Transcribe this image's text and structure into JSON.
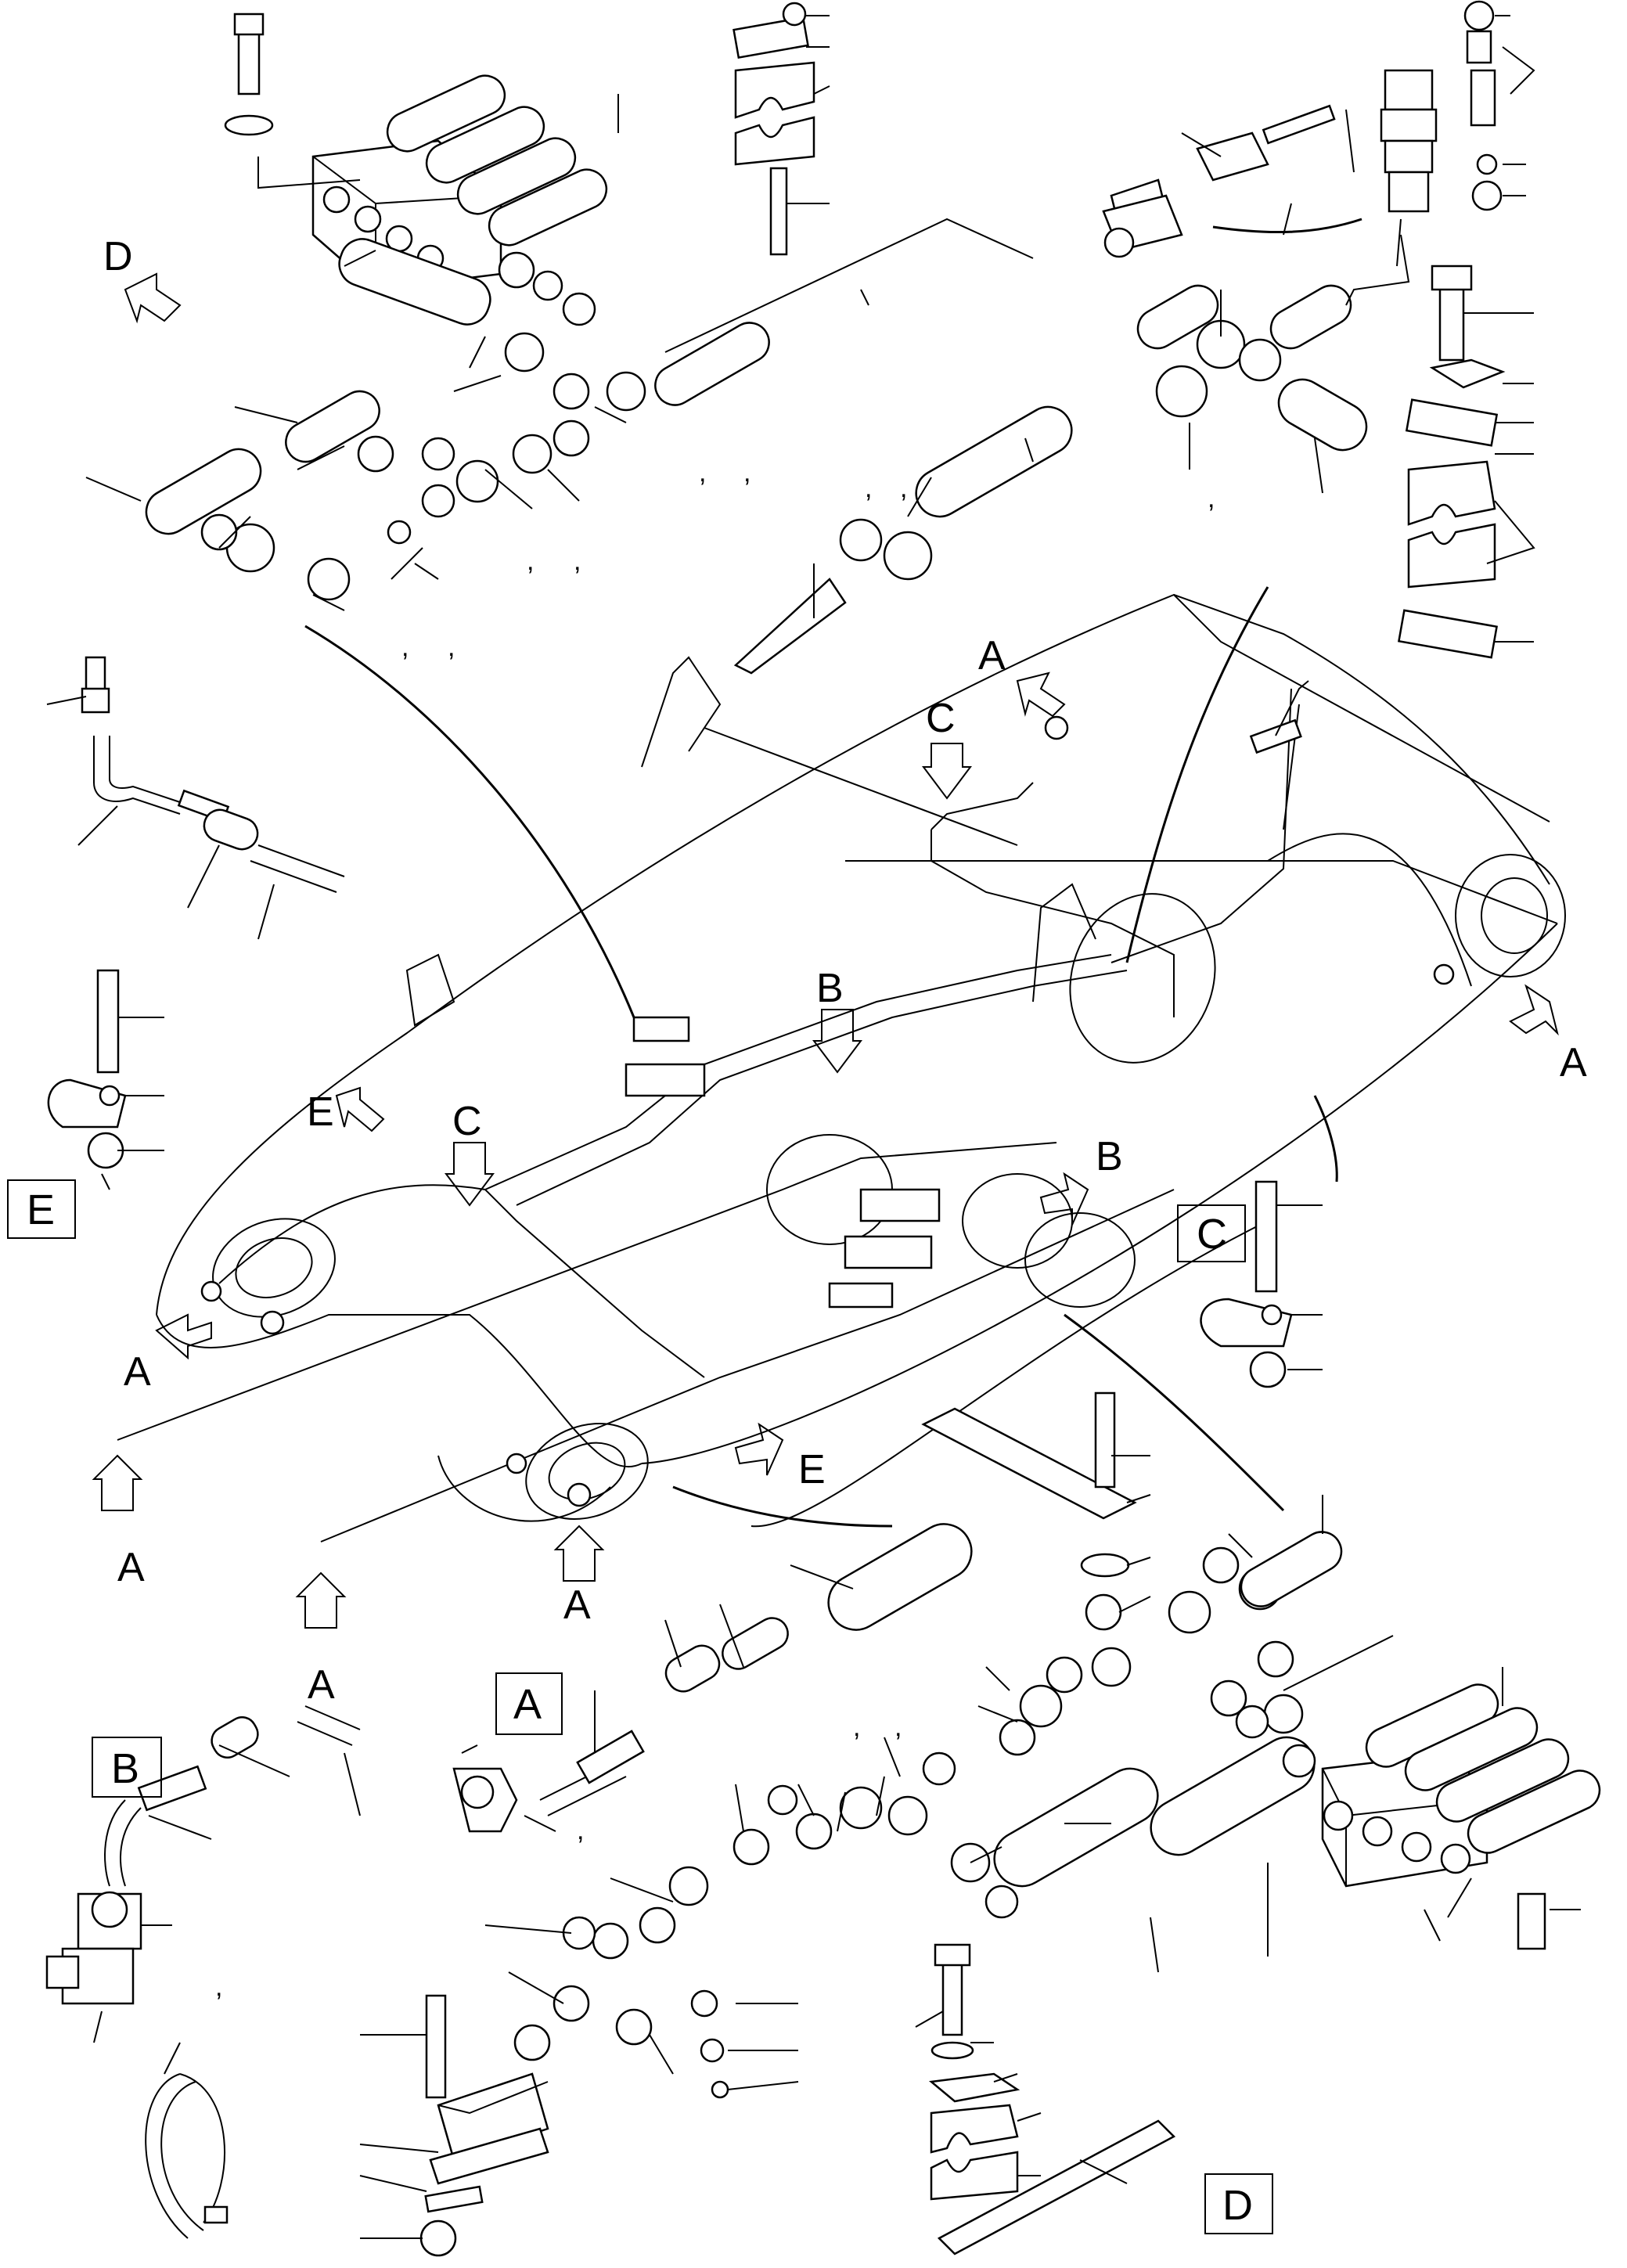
{
  "callouts": {
    "a": "A",
    "b": "B",
    "c": "C",
    "d": "D",
    "e": "E"
  },
  "detail_boxes": {
    "a": "A",
    "b": "B",
    "c": "C",
    "d": "D",
    "e": "E"
  },
  "separator": ","
}
